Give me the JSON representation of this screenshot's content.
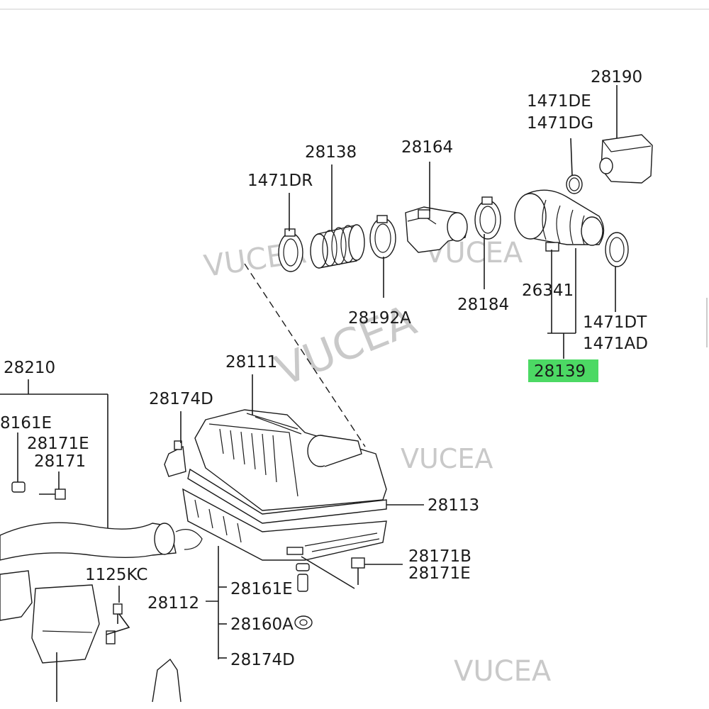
{
  "diagram": {
    "labels": {
      "p28190": "28190",
      "p1471DE": "1471DE",
      "p1471DG": "1471DG",
      "p28138": "28138",
      "p28164": "28164",
      "p1471DR": "1471DR",
      "p28192A": "28192A",
      "p28184": "28184",
      "p26341": "26341",
      "p1471DT": "1471DT",
      "p1471AD": "1471AD",
      "p28139": "28139",
      "p28210": "28210",
      "p28111": "28111",
      "p28174D_top": "28174D",
      "p28161E_left": "8161E",
      "p28171E_left": "28171E",
      "p28171": "28171",
      "p28113": "28113",
      "p28171B": "28171B",
      "p28171E_right": "28171E",
      "p1125KC": "1125KC",
      "p28161E_bottom": "28161E",
      "p28112": "28112",
      "p28160A": "28160A",
      "p28174D_bottom": "28174D"
    },
    "watermarks": [
      "VUCEA",
      "VUCEA",
      "VUCEA",
      "VUCEA",
      "VUCEA"
    ],
    "highlight_color": "#4cd964"
  }
}
